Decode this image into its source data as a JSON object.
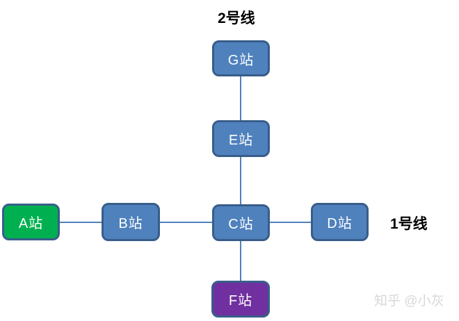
{
  "diagram": {
    "line2_label": "2号线",
    "line1_label": "1号线",
    "watermark": "知乎 @小灰"
  },
  "colors": {
    "station_fill_blue": "#4f81bd",
    "station_fill_green": "#00b050",
    "station_fill_purple": "#7030a0",
    "station_border": "#385d8a",
    "station_text": "#ffffff",
    "connector": "#4f81bd",
    "line_label_text": "#000000",
    "watermark_text": "#d8d8d8"
  },
  "stations": {
    "a": {
      "label": "A站",
      "fill": "#00b050"
    },
    "b": {
      "label": "B站",
      "fill": "#4f81bd"
    },
    "c": {
      "label": "C站",
      "fill": "#4f81bd"
    },
    "d": {
      "label": "D站",
      "fill": "#4f81bd"
    },
    "e": {
      "label": "E站",
      "fill": "#4f81bd"
    },
    "f": {
      "label": "F站",
      "fill": "#7030a0"
    },
    "g": {
      "label": "G站",
      "fill": "#4f81bd"
    }
  }
}
